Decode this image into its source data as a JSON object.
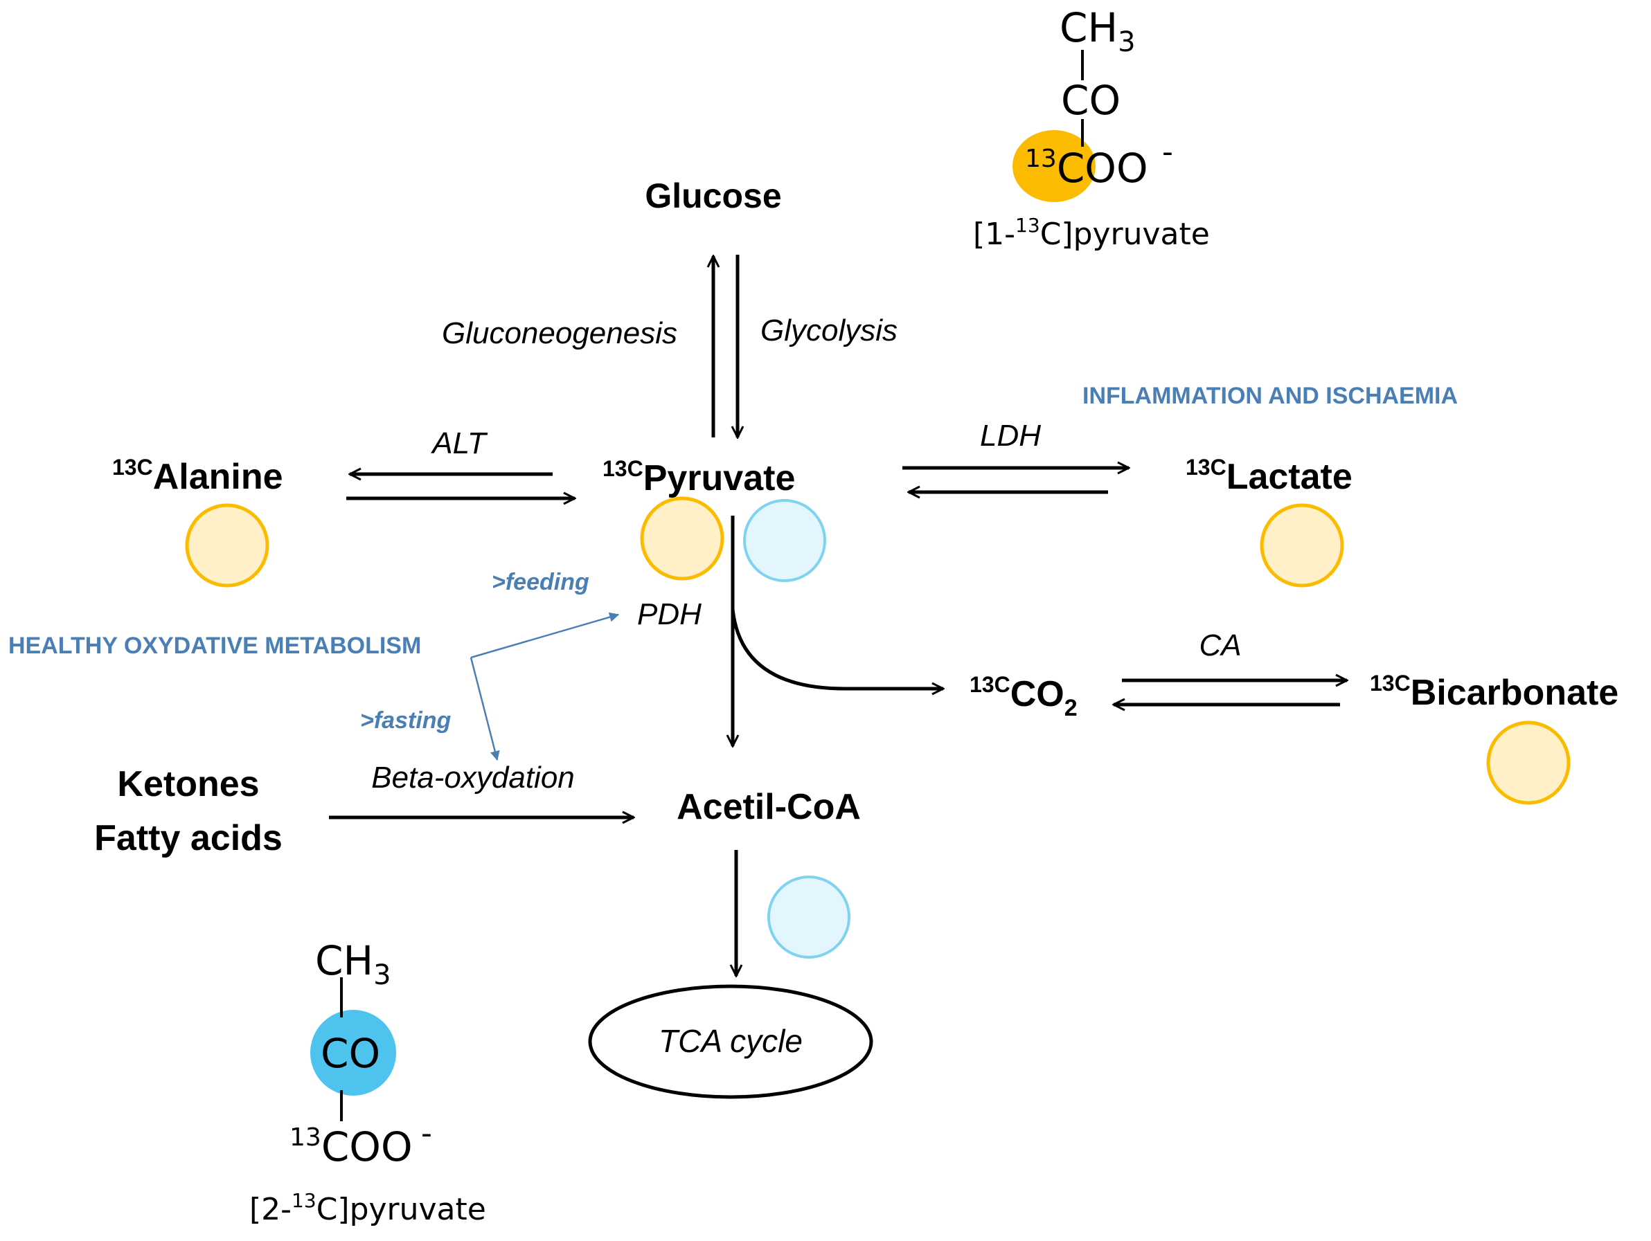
{
  "nodes": {
    "glucose": "Glucose",
    "pyruvate": {
      "sup": "13C",
      "name": "Pyruvate"
    },
    "alanine": {
      "sup": "13C",
      "name": "Alanine"
    },
    "lactate": {
      "sup": "13C",
      "name": "Lactate"
    },
    "co2": {
      "sup": "13C",
      "name": "CO",
      "sub": "2"
    },
    "bicarbonate": {
      "sup": "13C",
      "name": "Bicarbonate"
    },
    "acetyl_coa": "Acetil-CoA",
    "ketones": "Ketones",
    "fatty_acids": "Fatty acids",
    "tca_cycle": "TCA cycle"
  },
  "enzymes": {
    "gluconeogenesis": "Gluconeogenesis",
    "glycolysis": "Glycolysis",
    "alt": "ALT",
    "ldh": "LDH",
    "pdh": "PDH",
    "ca": "CA",
    "beta_oxydation": "Beta-oxydation"
  },
  "annotations": {
    "inflammation": "INFLAMMATION AND ISCHAEMIA",
    "healthy": "HEALTHY OXYDATIVE METABOLISM",
    "feeding": ">feeding",
    "fasting": ">fasting"
  },
  "structures": {
    "c1_pyruvate": {
      "ch3": "CH",
      "ch3_sub": "3",
      "co": "CO",
      "coo_sup": "13",
      "coo": "COO",
      "coo_charge": "-",
      "caption_pre": "[1-",
      "caption_sup": "13",
      "caption_post": "C]pyruvate"
    },
    "c2_pyruvate": {
      "ch3": "CH",
      "ch3_sub": "3",
      "co": "CO",
      "coo_sup": "13",
      "coo": "COO",
      "coo_charge": "-",
      "caption_pre": "[2-",
      "caption_sup": "13",
      "caption_post": "C]pyruvate"
    }
  },
  "colors": {
    "label_c1_fill": "#fbbb00",
    "label_c2_fill": "#4ec3ed",
    "marker_c1_fill": "#fff0c8",
    "marker_c1_stroke": "#fbbb00",
    "marker_c2_fill": "#e4f6fd",
    "marker_c2_stroke": "#7fd3f0",
    "annotation_blue": "#4a7fb5"
  }
}
